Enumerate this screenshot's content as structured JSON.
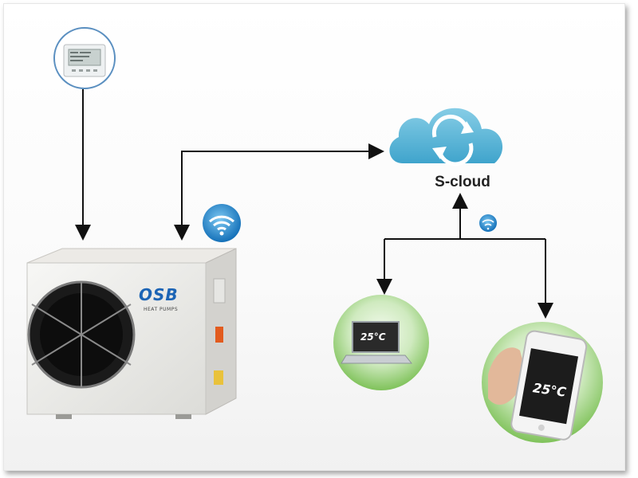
{
  "diagram": {
    "cloud": {
      "label": "S-cloud",
      "color": "#5fb8d8"
    },
    "heat_pump": {
      "brand": "OSB",
      "subtitle": "HEAT PUMPS"
    },
    "laptop": {
      "screen_text": "25°C"
    },
    "phone": {
      "screen_text": "25°C"
    },
    "icons": [
      "thermostat-controller-icon",
      "wifi-signal-icon",
      "cloud-sync-icon",
      "small-wifi-icon",
      "laptop-icon",
      "smartphone-icon"
    ],
    "colors": {
      "arrow": "#111111",
      "wifi_blue": "#1d8fd6",
      "bubble_green": "#8ccf6a"
    }
  }
}
